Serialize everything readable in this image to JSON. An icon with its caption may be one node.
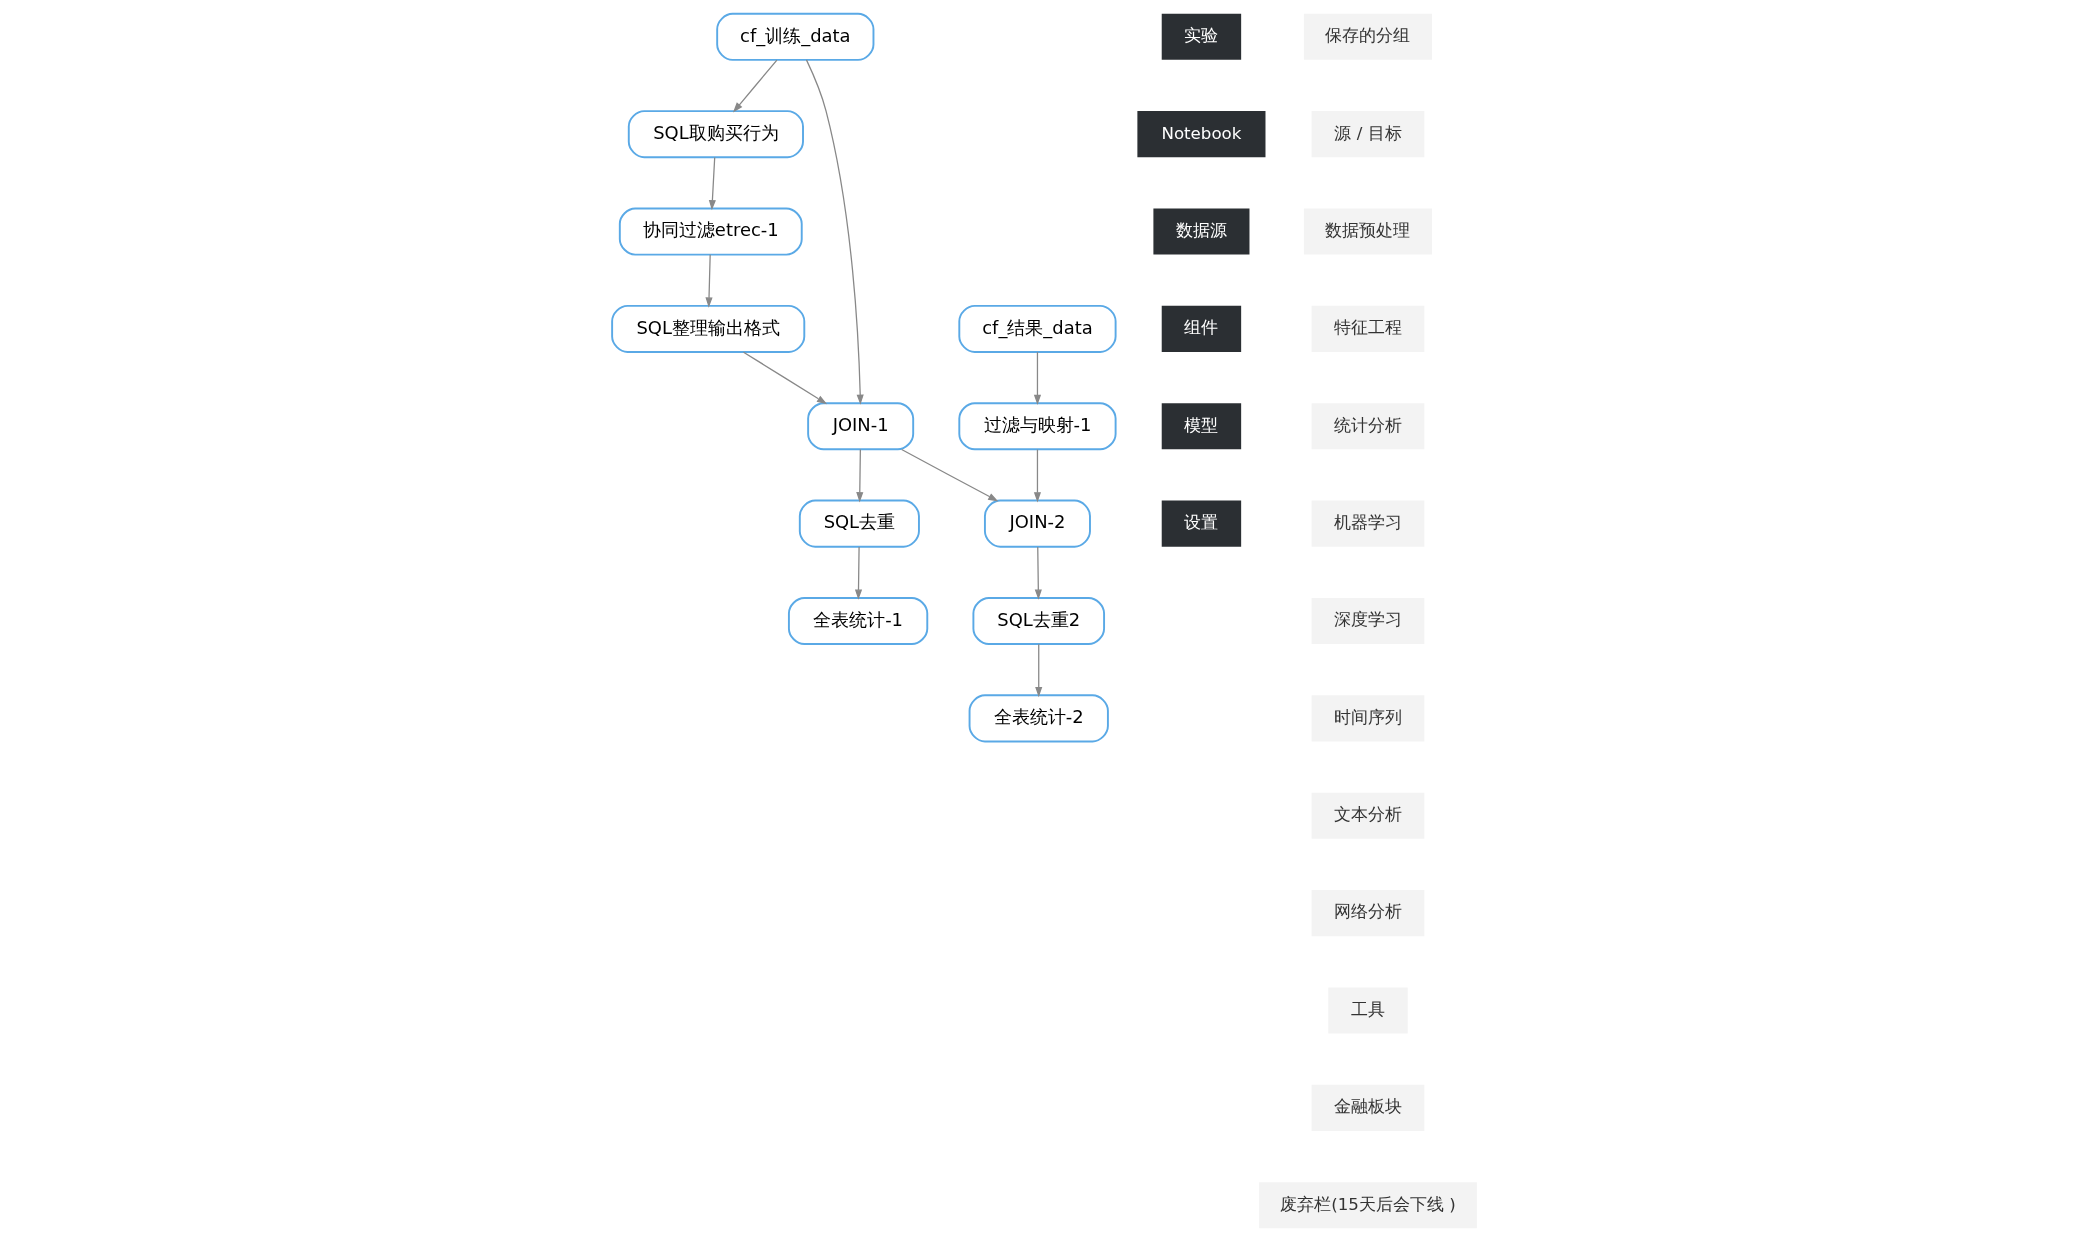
{
  "diagram": {
    "nodes": [
      {
        "text": [
          "cf_训练_data"
        ]
      },
      {
        "text": [
          "cf_结果_data"
        ]
      },
      {
        "text": [
          "SQL取购买行为"
        ]
      },
      {
        "text": [
          "协同过滤etrec-1"
        ]
      },
      {
        "text": [
          "SQL整理输出格式"
        ]
      },
      {
        "text": [
          "JOIN-1"
        ]
      },
      {
        "text": [
          "过滤与映射-1"
        ]
      },
      {
        "text": [
          "JOIN-2"
        ]
      },
      {
        "text": [
          "SQL去重"
        ]
      },
      {
        "text": [
          "SQL去重2"
        ]
      },
      {
        "text": [
          "全表统计-1"
        ]
      },
      {
        "text": [
          "全表统计-2"
        ]
      }
    ],
    "edges": [
      {
        "from": 0,
        "to": 2,
        "arrow": "to"
      },
      {
        "from": 0,
        "to": 5,
        "arrow": "to"
      },
      {
        "from": 2,
        "to": 3,
        "arrow": "to"
      },
      {
        "from": 3,
        "to": 4,
        "arrow": "to"
      },
      {
        "from": 4,
        "to": 5,
        "arrow": "to"
      },
      {
        "from": 1,
        "to": 6,
        "arrow": "to"
      },
      {
        "from": 5,
        "to": 7,
        "arrow": "to"
      },
      {
        "from": 6,
        "to": 7,
        "arrow": "to"
      },
      {
        "from": 5,
        "to": 8,
        "arrow": "to"
      },
      {
        "from": 7,
        "to": 9,
        "arrow": "to"
      },
      {
        "from": 8,
        "to": 10,
        "arrow": "to"
      },
      {
        "from": 9,
        "to": 11,
        "arrow": "to"
      }
    ],
    "labels": [
      "实验",
      "Notebook",
      "数据源",
      "组件",
      "模型",
      "设置",
      "保存的分组",
      "源 / 目标",
      "数据预处理",
      "特征工程",
      "统计分析",
      "机器学习",
      "深度学习",
      "时间序列",
      "文本分析",
      "网络分析",
      "工具",
      "金融板块",
      "废弃栏(15天后会下线 )"
    ]
  }
}
